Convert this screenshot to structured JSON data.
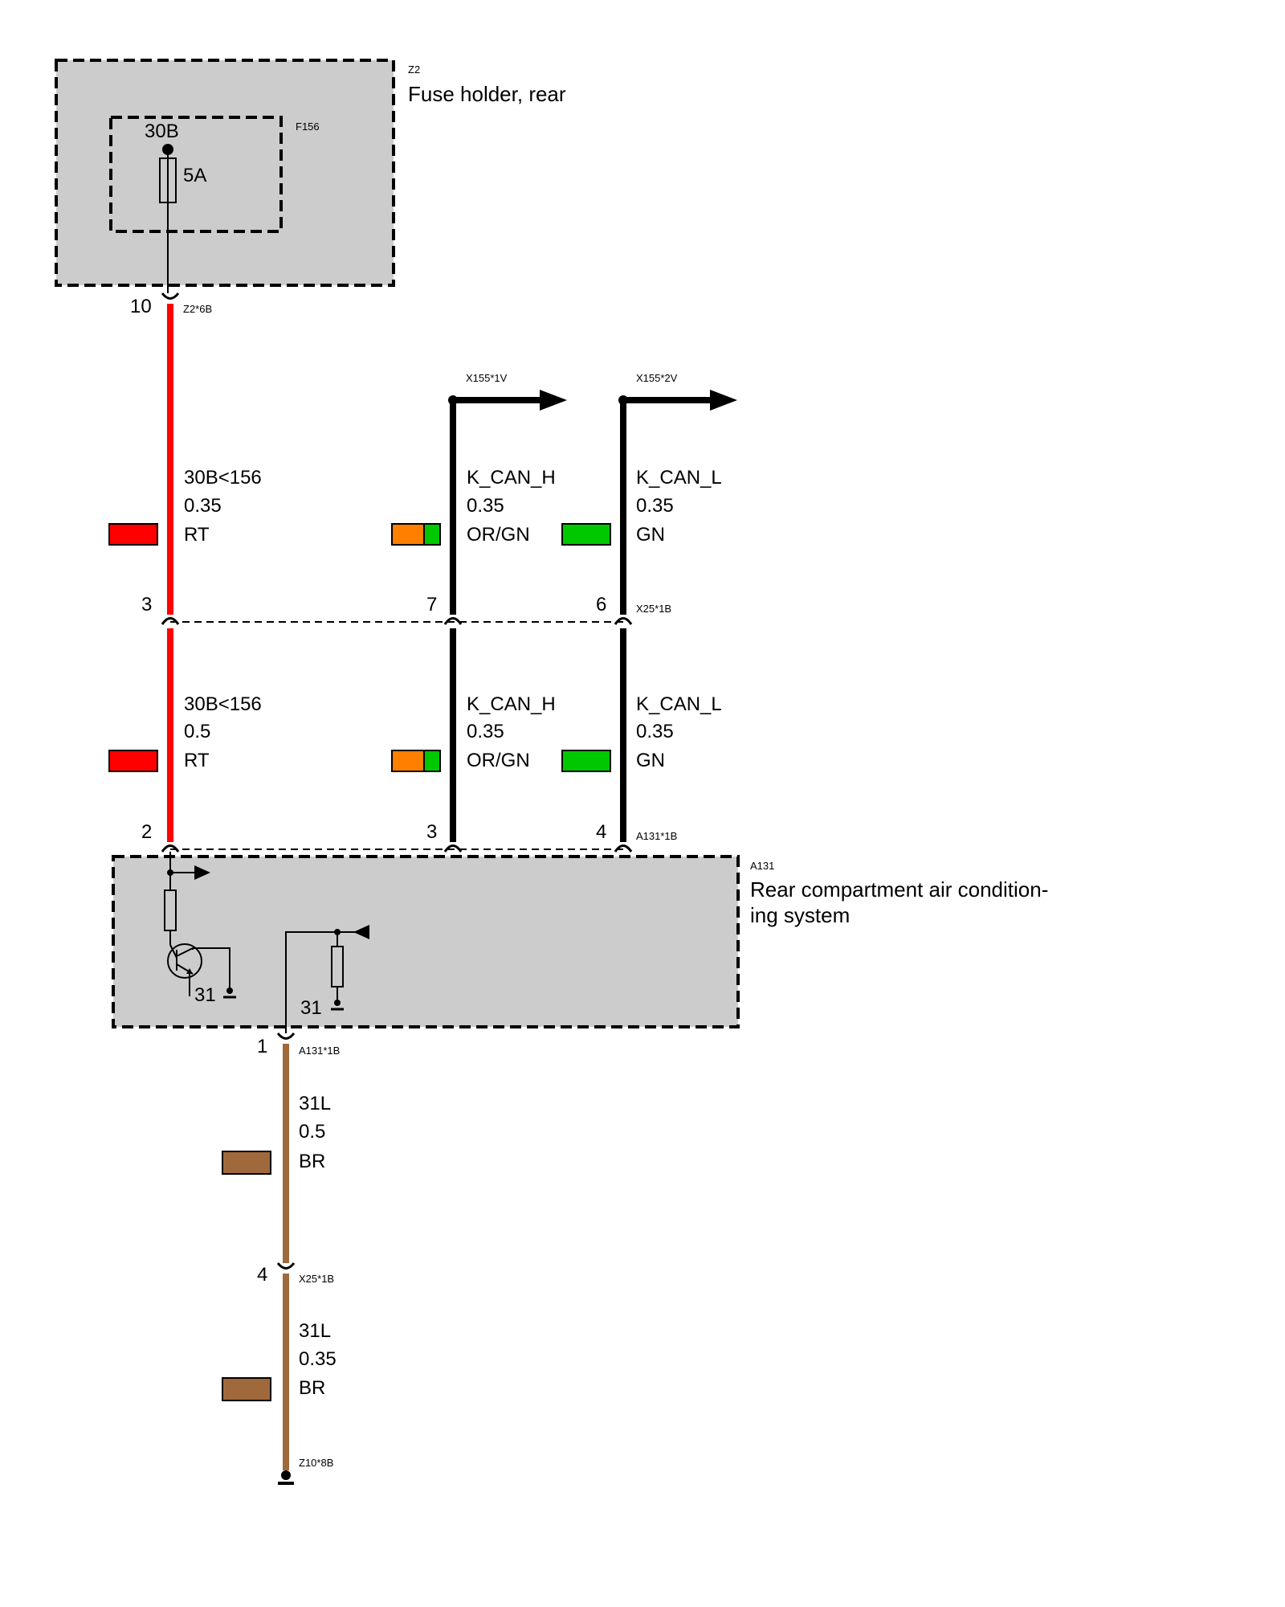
{
  "components": {
    "fuse_holder": {
      "id": "Z2",
      "title": "Fuse holder, rear"
    },
    "fuse": {
      "id": "F156",
      "terminal": "30B",
      "rating": "5A"
    },
    "ac_module": {
      "id": "A131",
      "title_line1": "Rear compartment air condition-",
      "title_line2": "ing system"
    }
  },
  "connectors": {
    "z2_6b": {
      "ref": "Z2*6B",
      "pin": "10"
    },
    "x155_1v": {
      "ref": "X155*1V"
    },
    "x155_2v": {
      "ref": "X155*2V"
    },
    "x25_1b_top": {
      "ref": "X25*1B",
      "pins": [
        "3",
        "7",
        "6"
      ]
    },
    "a131_1b_top": {
      "ref": "A131*1B",
      "pins": [
        "2",
        "3",
        "4"
      ]
    },
    "a131_1b_bottom": {
      "ref": "A131*1B",
      "pin": "1"
    },
    "x25_1b_bottom": {
      "ref": "X25*1B",
      "pin": "4"
    },
    "z10_8b": {
      "ref": "Z10*8B"
    }
  },
  "wires": {
    "red_upper": {
      "signal": "30B<156",
      "gauge": "0.35",
      "color_code": "RT",
      "swatch": [
        "#ff0000"
      ]
    },
    "canh_upper": {
      "signal": "K_CAN_H",
      "gauge": "0.35",
      "color_code": "OR/GN",
      "swatch": [
        "#ff7f00",
        "#00c800"
      ]
    },
    "canl_upper": {
      "signal": "K_CAN_L",
      "gauge": "0.35",
      "color_code": "GN",
      "swatch": [
        "#00c800"
      ]
    },
    "red_lower": {
      "signal": "30B<156",
      "gauge": "0.5",
      "color_code": "RT",
      "swatch": [
        "#ff0000"
      ]
    },
    "canh_lower": {
      "signal": "K_CAN_H",
      "gauge": "0.35",
      "color_code": "OR/GN",
      "swatch": [
        "#ff7f00",
        "#00c800"
      ]
    },
    "canl_lower": {
      "signal": "K_CAN_L",
      "gauge": "0.35",
      "color_code": "GN",
      "swatch": [
        "#00c800"
      ]
    },
    "br_upper": {
      "signal": "31L",
      "gauge": "0.5",
      "color_code": "BR",
      "swatch": [
        "#a0693c"
      ]
    },
    "br_lower": {
      "signal": "31L",
      "gauge": "0.35",
      "color_code": "BR",
      "swatch": [
        "#a0693c"
      ]
    }
  },
  "ground_labels": {
    "transistor_ground": "31",
    "resistor_ground": "31"
  },
  "colors": {
    "red": "#ff0000",
    "black": "#000000",
    "brown": "#a0693c",
    "orange": "#ff7f00",
    "green": "#00c800",
    "module_fill": "#cccccc"
  }
}
